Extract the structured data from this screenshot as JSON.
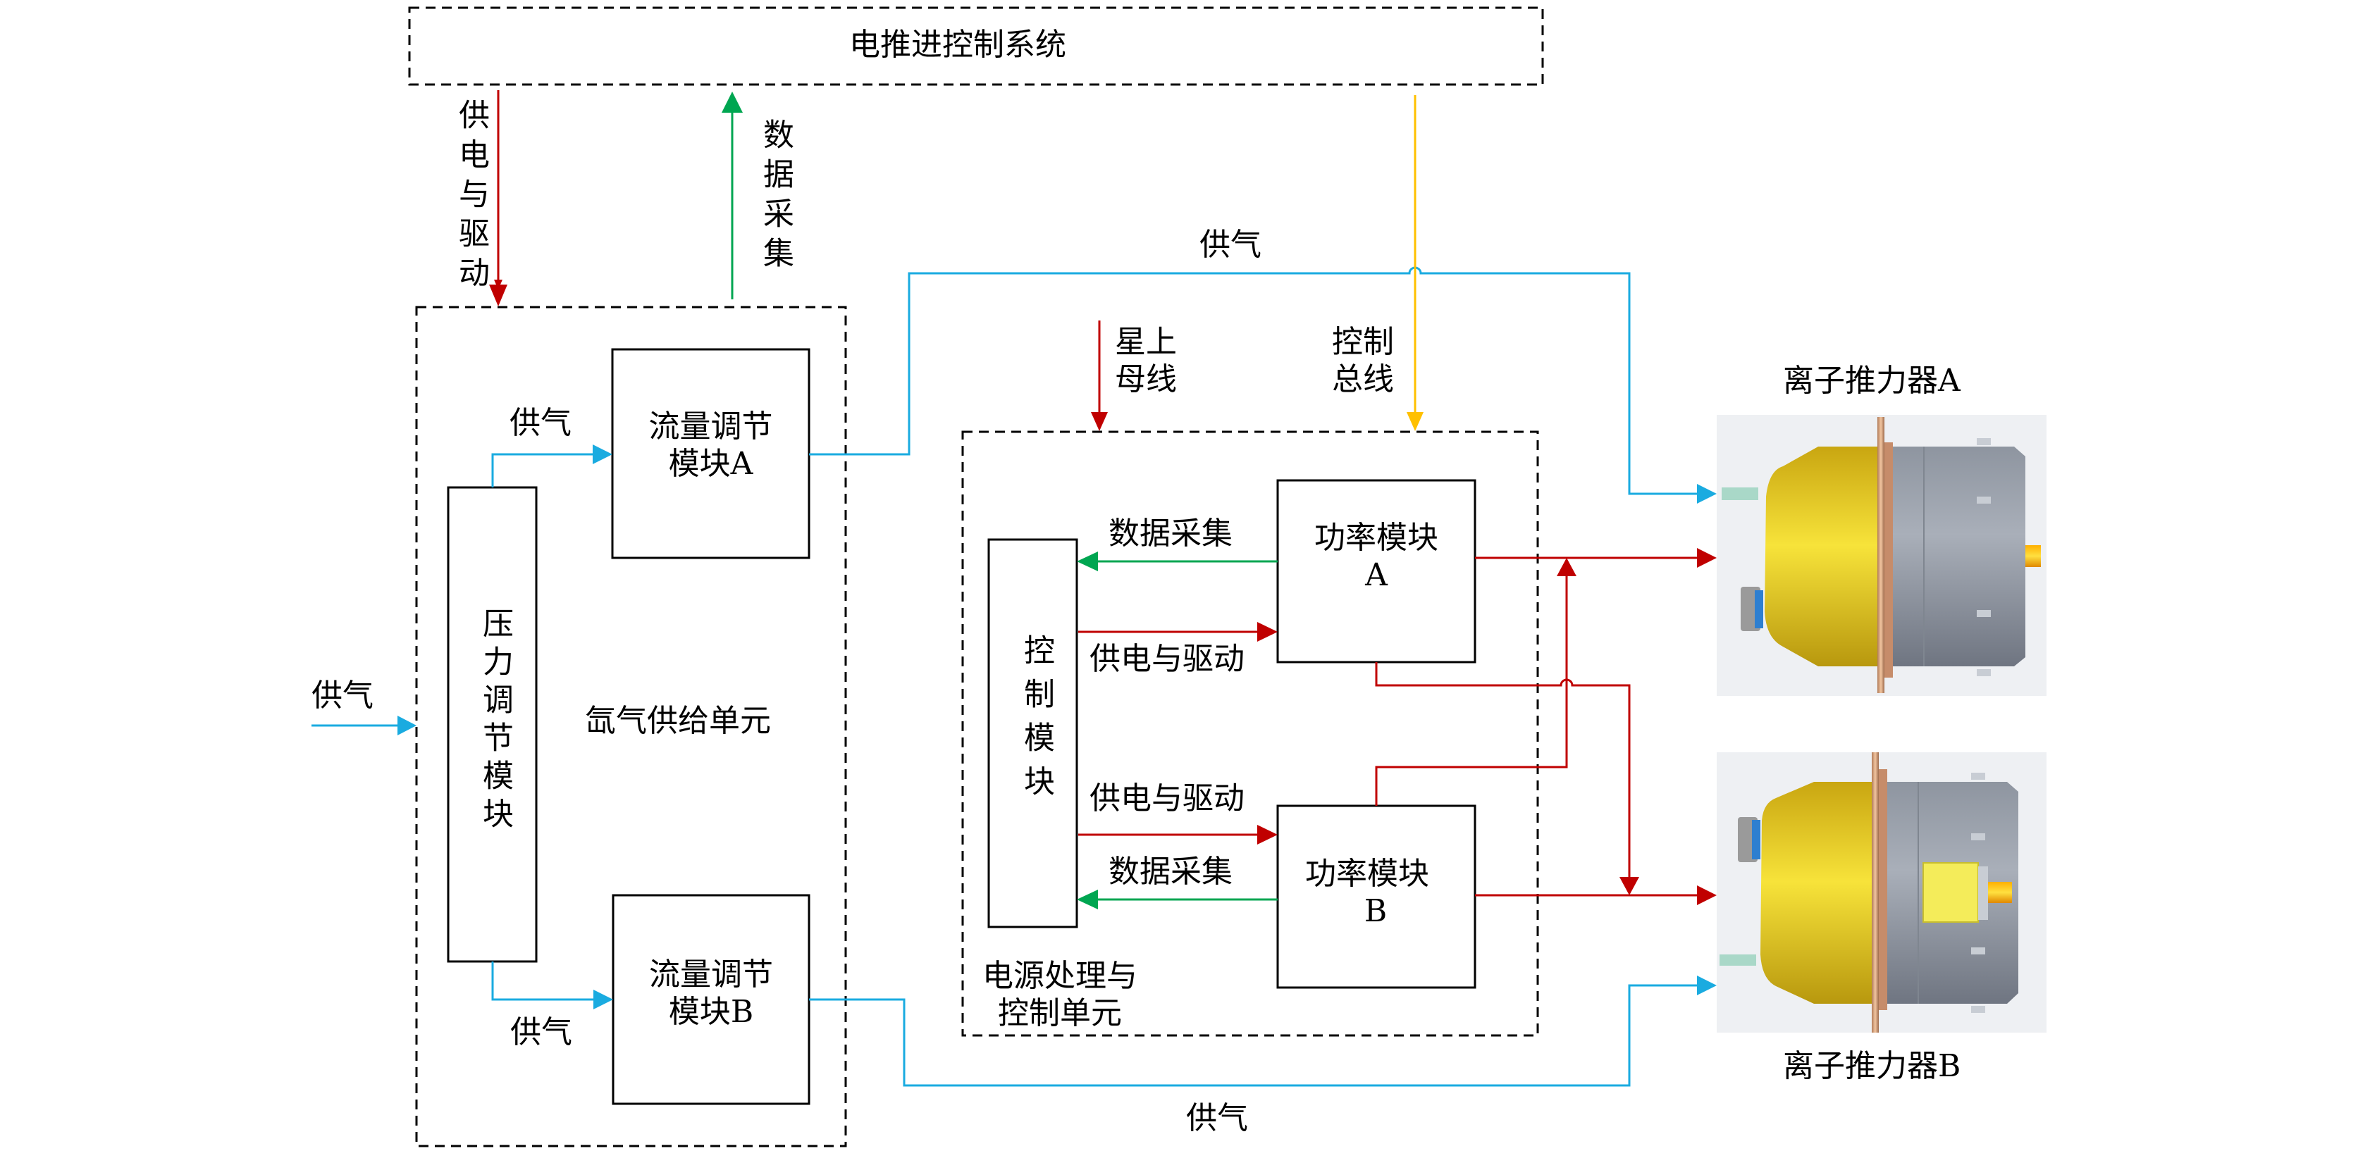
{
  "colors": {
    "power_line": "#C00000",
    "data_line": "#00A651",
    "gas_line": "#1AABE0",
    "control_bus": "#FFC000",
    "box_border": "#000000",
    "thruster_bg": "#EEF0F3",
    "thruster_gold": "#E6C21E",
    "thruster_gray": "#A3A9B3",
    "thruster_flange": "#C68C6A"
  },
  "system": {
    "title": "电推进控制系统",
    "power_drive_label": "供电与驱动",
    "data_acq_label": "数据采集"
  },
  "argon_unit": {
    "label": "氙气供给单元",
    "input_gas_label": "供气",
    "pressure_module": "压力调节模块",
    "flow_module_a": {
      "line1": "流量调节",
      "line2": "模块A"
    },
    "flow_module_b": {
      "line1": "流量调节",
      "line2": "模块B"
    },
    "gas_to_a_label": "供气",
    "gas_to_b_label": "供气"
  },
  "gas_top_label": "供气",
  "gas_bottom_label": "供气",
  "bus": {
    "satellite_bus": {
      "line1": "星上",
      "line2": "母线"
    },
    "control_bus": {
      "line1": "控制",
      "line2": "总线"
    }
  },
  "ppu": {
    "label": {
      "line1": "电源处理与",
      "line2": "控制单元"
    },
    "control_module": "控制模块",
    "power_module_a": {
      "line1": "功率模块",
      "line2": "A"
    },
    "power_module_b": {
      "line1": "功率模块",
      "line2": "B"
    },
    "data_acq_a": "数据采集",
    "power_drive_a": "供电与驱动",
    "power_drive_b": "供电与驱动",
    "data_acq_b": "数据采集"
  },
  "thrusters": {
    "a_label": "离子推力器A",
    "b_label": "离子推力器B"
  }
}
